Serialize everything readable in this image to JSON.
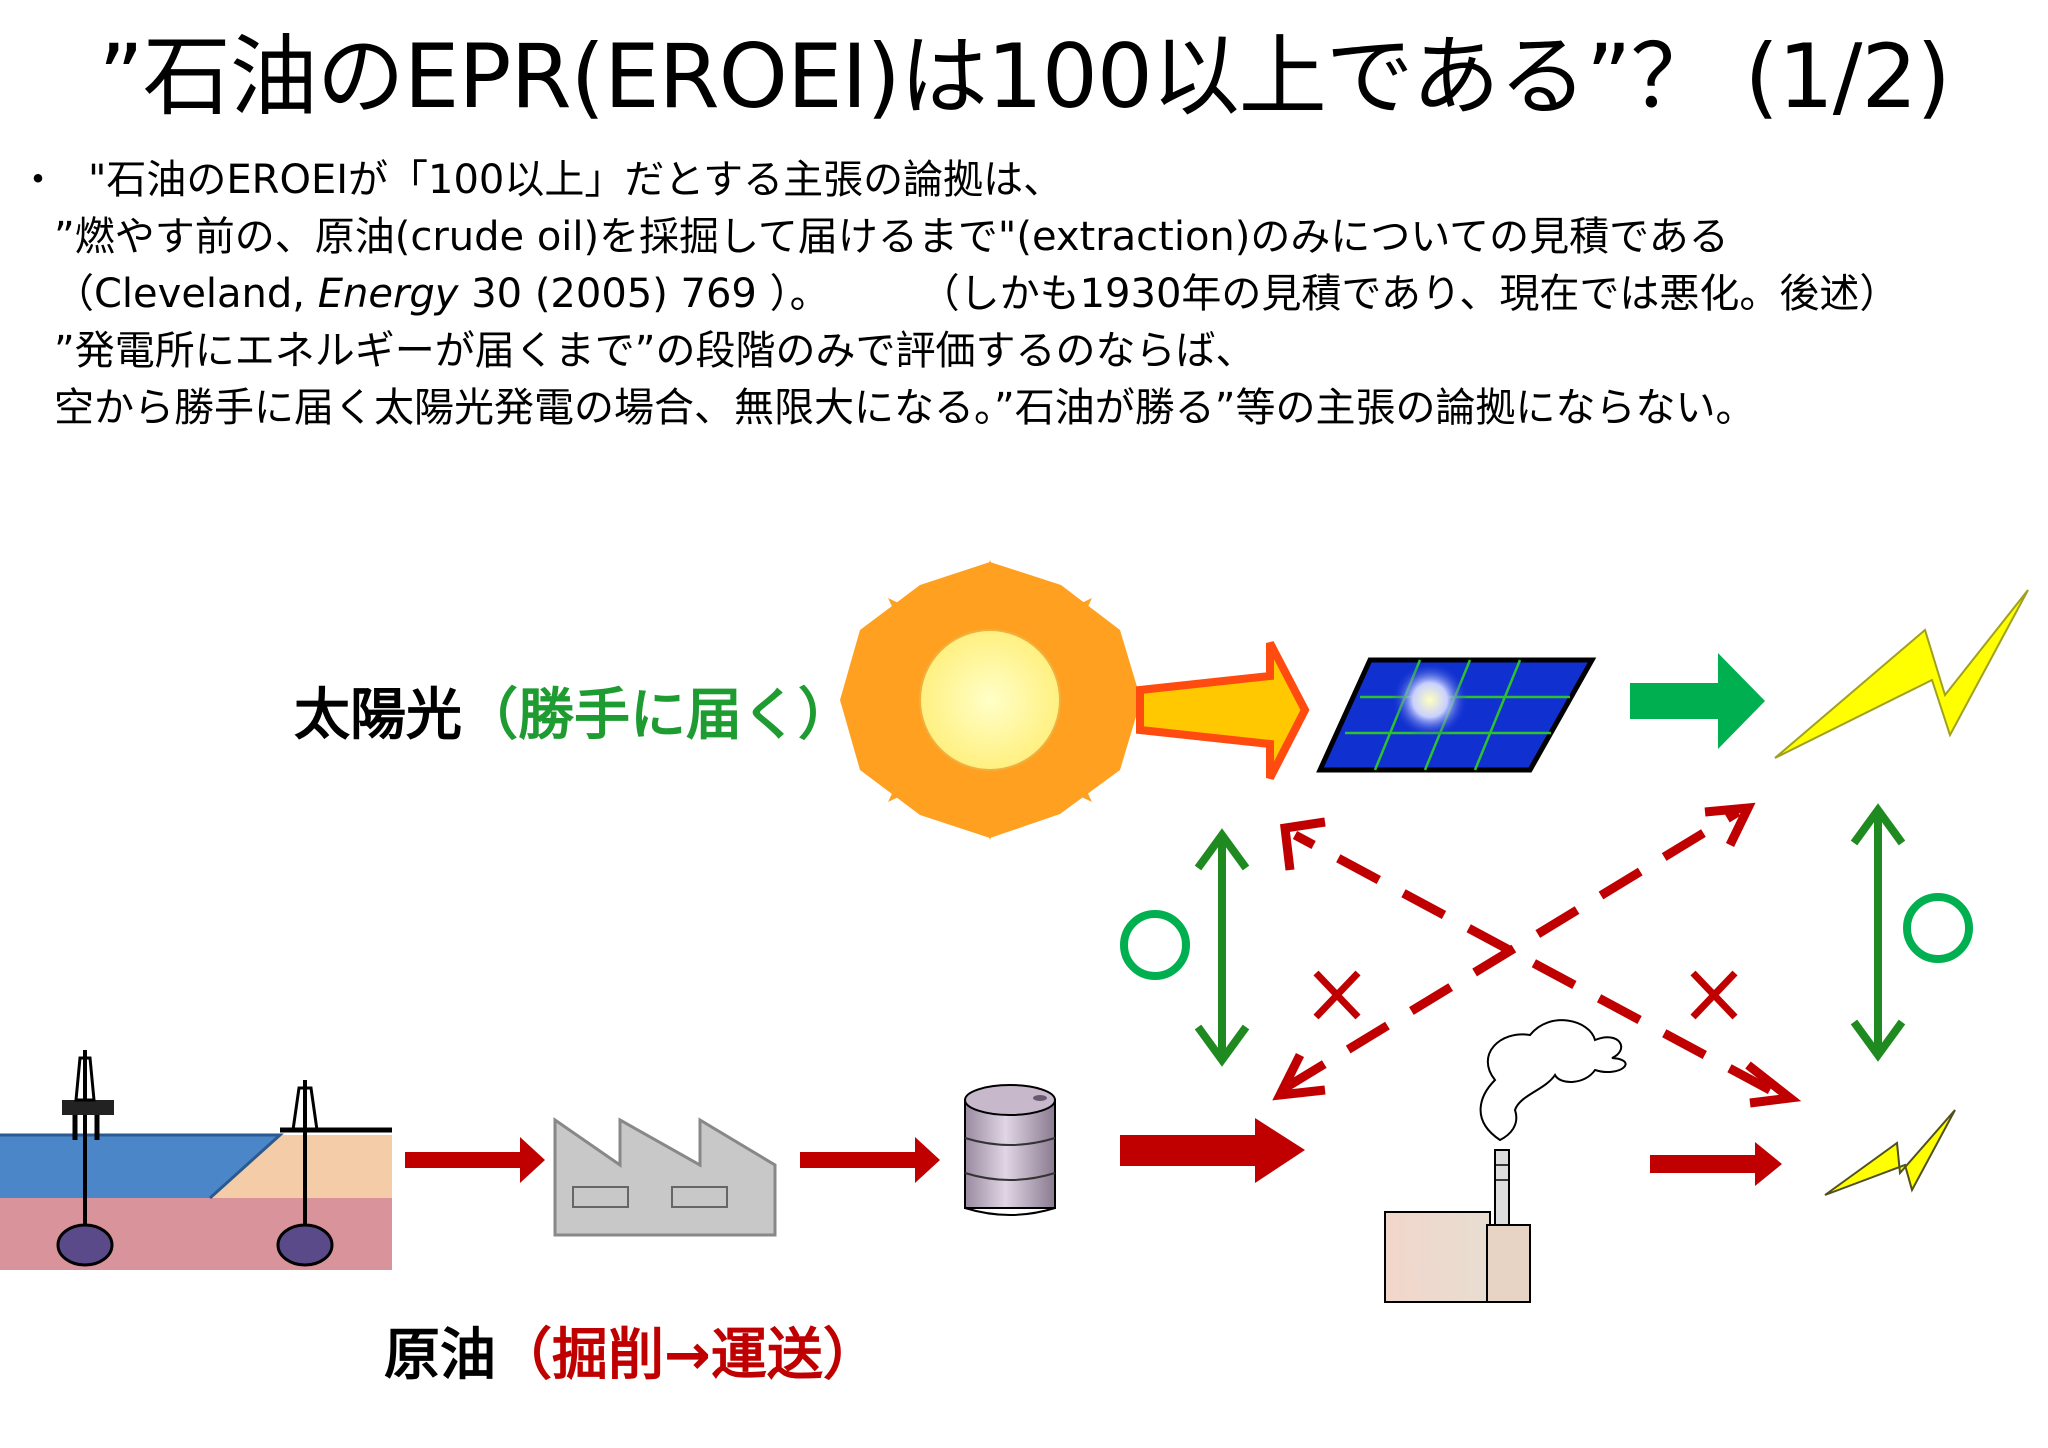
{
  "title": "”石油のEPR(EROEI)は100以上である”？ (1/2)",
  "bullet_mark": "・",
  "lines": {
    "l1": "\"石油のEROEIが「100以上」だとする主張の論拠は、",
    "l2": "”燃やす前の、原油(crude oil)を採掘して届けるまで\"(extraction)のみについての見積である",
    "l3a": "（Cleveland, ",
    "l3b": "Energy",
    "l3c": " 30 (2005) 769 ）。",
    "l3d": "（しかも1930年の見積であり、現在では悪化。後述）",
    "l4": "”発電所にエネルギーが届くまで”の段階のみで評価するのならば、",
    "l5": "空から勝手に届く太陽光発電の場合、無限大になる。”石油が勝る”等の主張の論拠にならない。"
  },
  "solar_label": {
    "main": "太陽光",
    "sub": "（勝手に届く）"
  },
  "oil_label": {
    "main": "原油",
    "sub": "（掘削→運送）"
  },
  "marks": {
    "ok": "○",
    "ng": "×"
  },
  "colors": {
    "green": "#1e9c32",
    "red": "#c00000",
    "dark_green": "#1f8a1f",
    "sun": "#ffa020",
    "panel": "#1030d0",
    "bolt": "#ffff00"
  }
}
